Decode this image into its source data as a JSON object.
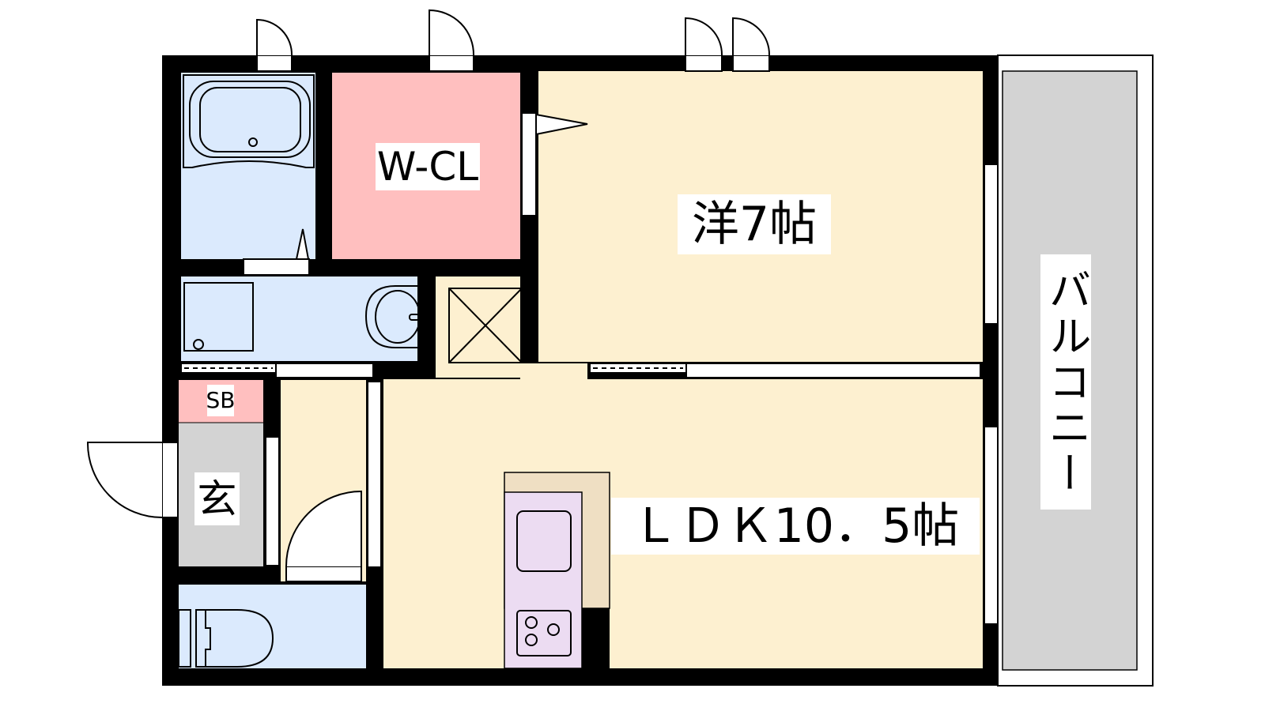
{
  "floorplan": {
    "rooms": {
      "walk_in_closet": "W-CL",
      "western_room": "洋7帖",
      "ldk": "ＬＤＫ10．5帖",
      "balcony": "バルコニー",
      "shoe_box": "SB",
      "entrance": "玄"
    },
    "colors": {
      "wall": "#000000",
      "wet_area": "#dbeafd",
      "closet": "#ffbfbf",
      "living": "#fdf0d0",
      "entrance": "#d3d3d3",
      "balcony": "#d3d3d3",
      "kitchen": "#ecdcf2",
      "counter": "#efdfc3"
    }
  }
}
